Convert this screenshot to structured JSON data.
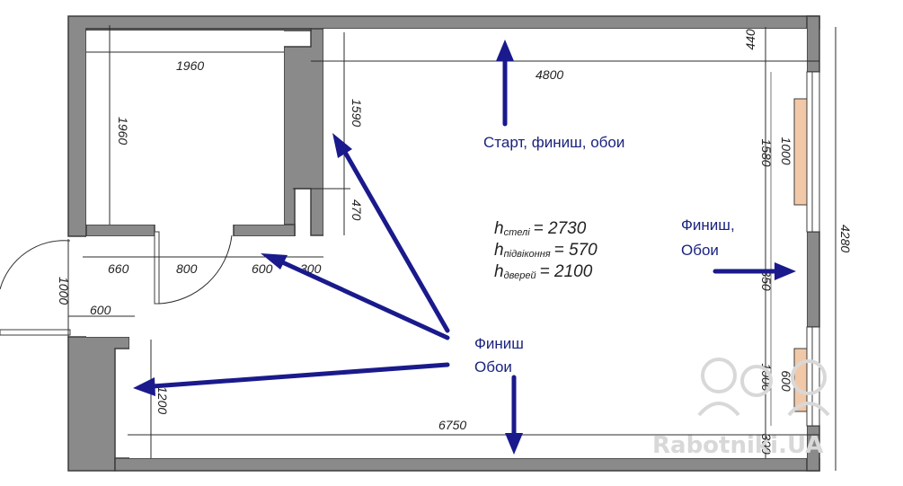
{
  "dimensions": {
    "room_width": "4800",
    "room_total_width": "6750",
    "room_height": "4280",
    "bath_width": "1960",
    "bath_height": "1960",
    "right_wall_top": "440",
    "window1_offset": "1580",
    "window1_width": "1000",
    "right_wall_mid": "350",
    "window2_offset": "1000",
    "window2_width": "600",
    "right_wall_bottom": "300",
    "wall_segment_1590": "1590",
    "wall_segment_470": "470",
    "bottom_660": "660",
    "bottom_800": "800",
    "bottom_600": "600",
    "bottom_300": "300",
    "entry_door": "1000",
    "entry_600": "600",
    "left_1200": "1200"
  },
  "heights": {
    "ceiling": {
      "symbol": "h",
      "sub": "стелі",
      "value": "= 2730"
    },
    "sill": {
      "symbol": "h",
      "sub": "підвіконня",
      "value": "= 570"
    },
    "doors": {
      "symbol": "h",
      "sub": "дверей",
      "value": "= 2100"
    }
  },
  "notes": {
    "top": "Старт, финиш, обои",
    "right_line1": "Финиш,",
    "right_line2": "Обои",
    "bottom_line1": "Финиш",
    "bottom_line2": "Обои"
  },
  "watermark": "Rabotniki.UA",
  "colors": {
    "wall": "#8a8a8a",
    "arrow": "#1a1a8c",
    "note": "#1a237e",
    "window_frame": "#f2c9a8"
  }
}
